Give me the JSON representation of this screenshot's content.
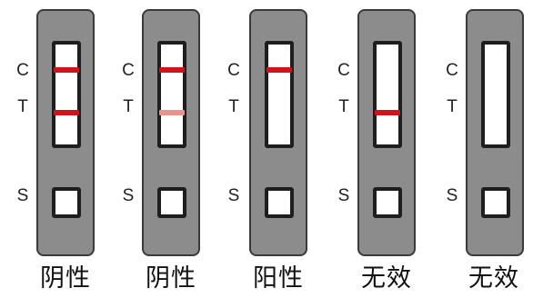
{
  "marker_labels": {
    "c": "C",
    "t": "T",
    "s": "S"
  },
  "colors": {
    "strong_line": "#d0121c",
    "faint_line": "#e8948c",
    "strip_body": "#8c8c8c",
    "window_border": "#1e1e1e"
  },
  "strips": [
    {
      "caption": "阴性",
      "c_line": "strong",
      "t_line": "strong"
    },
    {
      "caption": "阴性",
      "c_line": "strong",
      "t_line": "faint"
    },
    {
      "caption": "阳性",
      "c_line": "strong",
      "t_line": "none"
    },
    {
      "caption": "无效",
      "c_line": "none",
      "t_line": "strong"
    },
    {
      "caption": "无效",
      "c_line": "none",
      "t_line": "none"
    }
  ]
}
